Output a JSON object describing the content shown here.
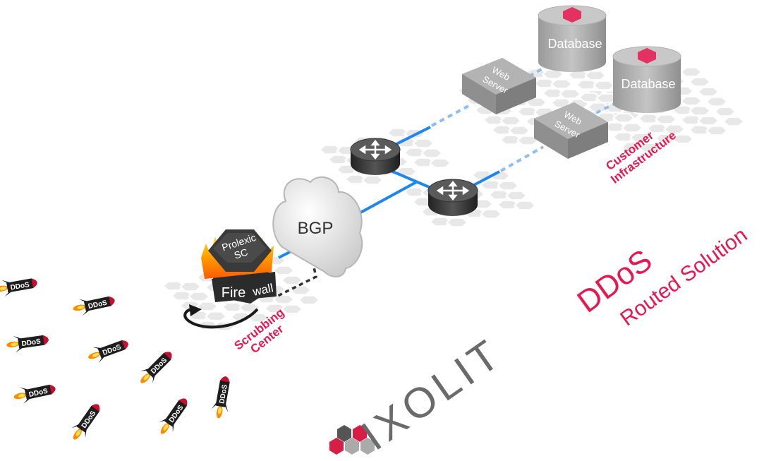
{
  "labels": {
    "database": "Database",
    "web_server_line1": "Web",
    "web_server_line2": "Server",
    "bgp": "BGP",
    "firewall_top_line1": "Prolexic",
    "firewall_top_line2": "SC",
    "firewall_fire": "Fire",
    "firewall_wall": "wall",
    "scrubbing_line1": "Scrubbing",
    "scrubbing_line2": "Center",
    "customer_line1": "Customer",
    "customer_line2": "Infrastructure",
    "title_main": "DDoS",
    "title_sub": "Routed Solution",
    "rocket_text": "DDoS",
    "logo_text": "IXOLIT"
  },
  "colors": {
    "accent": "#e8174f",
    "link_blue": "#1e86f0",
    "link_dash_blue": "#8dbdf1",
    "device_dark": "#3a3a3a",
    "server_gray": "#a9a9a9",
    "hex_fill": "#e8e8e8"
  }
}
